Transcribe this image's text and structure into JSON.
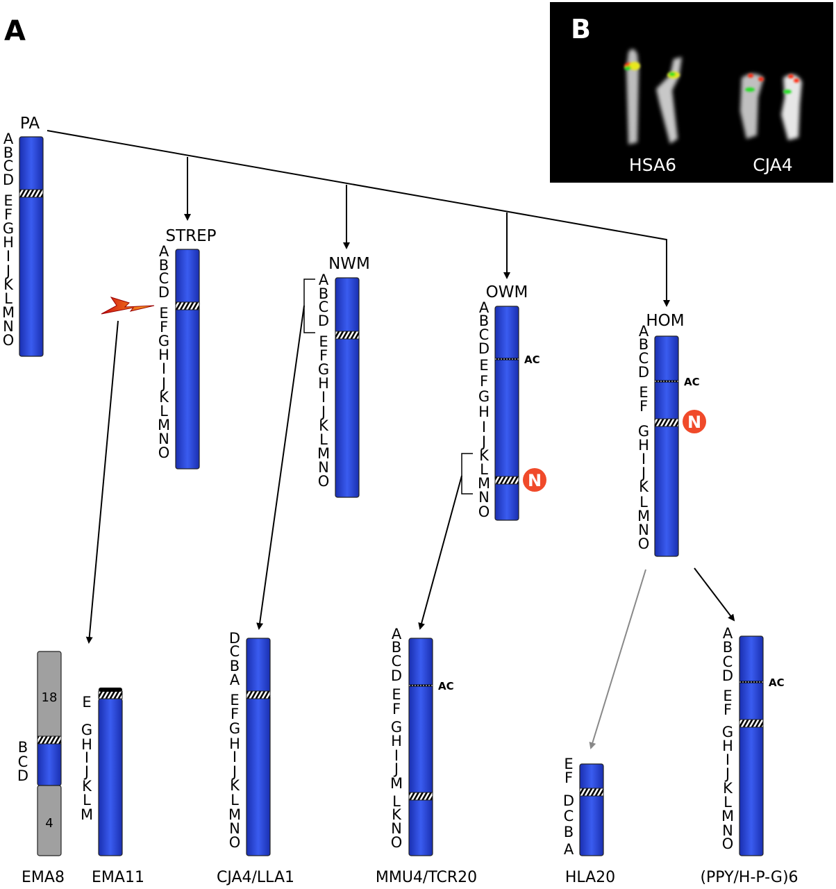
{
  "panel_a_label": "A",
  "panel_b": {
    "label": "B",
    "captions": [
      "HSA6",
      "CJA4"
    ],
    "colors": {
      "background": "#000000",
      "probe_red": "#ff2a10",
      "probe_green": "#22dd22",
      "overlap_yellow": "#e8e81a"
    }
  },
  "colors": {
    "chromosome_blue": "#2a45d8",
    "other_chromosome_gray": "#a0a0a0",
    "neocentromere_badge": "#f04a2a",
    "lineage_arrow": "#000000",
    "uncertain_arrow": "#888888"
  },
  "ancestral_chromosomes": [
    {
      "name": "PA",
      "labels": [
        "A",
        "B",
        "C",
        "D",
        "E",
        "F",
        "G",
        "H",
        "I",
        "J",
        "K",
        "L",
        "M",
        "N",
        "O"
      ]
    },
    {
      "name": "STREP",
      "labels": [
        "A",
        "B",
        "C",
        "D",
        "E",
        "F",
        "G",
        "H",
        "I",
        "J",
        "K",
        "L",
        "M",
        "N",
        "O"
      ]
    },
    {
      "name": "NWM",
      "labels": [
        "A",
        "B",
        "C",
        "D",
        "E",
        "F",
        "G",
        "H",
        "I",
        "J",
        "K",
        "L",
        "M",
        "N",
        "O"
      ]
    },
    {
      "name": "OWM",
      "labels": [
        "A",
        "B",
        "C",
        "D",
        "E",
        "F",
        "G",
        "H",
        "I",
        "J",
        "K",
        "L",
        "M",
        "N",
        "O"
      ],
      "ac_label": "AC",
      "neo_label": "N"
    },
    {
      "name": "HOM",
      "labels": [
        "A",
        "B",
        "C",
        "D",
        "E",
        "F",
        "G",
        "H",
        "I",
        "J",
        "K",
        "L",
        "M",
        "N",
        "O"
      ],
      "ac_label": "AC",
      "neo_label": "N"
    }
  ],
  "derived_chromosomes": [
    {
      "name": "EMA8",
      "labels": [
        "B",
        "C",
        "D"
      ],
      "segment_labels": [
        "18",
        "4"
      ]
    },
    {
      "name": "EMA11",
      "labels": [
        "E",
        "G",
        "H",
        "I",
        "J",
        "K",
        "L",
        "M"
      ]
    },
    {
      "name": "CJA4/LLA1",
      "labels": [
        "D",
        "C",
        "B",
        "A",
        "E",
        "F",
        "G",
        "H",
        "I",
        "J",
        "K",
        "L",
        "M",
        "N",
        "O"
      ]
    },
    {
      "name": "MMU4/TCR20",
      "labels": [
        "A",
        "B",
        "C",
        "D",
        "E",
        "F",
        "G",
        "H",
        "I",
        "J",
        "M",
        "L",
        "K",
        "N",
        "O"
      ],
      "ac_label": "AC"
    },
    {
      "name": "HLA20",
      "labels": [
        "E",
        "F",
        "D",
        "C",
        "B",
        "A"
      ]
    },
    {
      "name": "(PPY/H-P-G)6",
      "labels": [
        "A",
        "B",
        "C",
        "D",
        "E",
        "F",
        "G",
        "H",
        "I",
        "J",
        "K",
        "L",
        "M",
        "N",
        "O"
      ],
      "ac_label": "AC"
    }
  ],
  "breakage_icon": "lightning-bolt-icon"
}
